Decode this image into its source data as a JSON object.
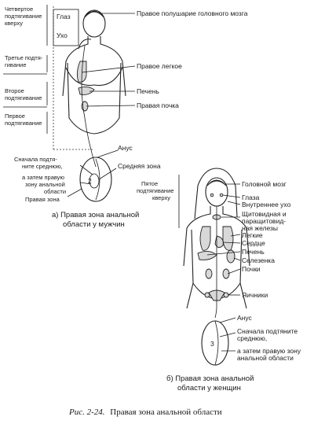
{
  "male": {
    "left_labels": {
      "fourth": [
        "Четвертое",
        "подтягивание",
        "кверху"
      ],
      "third": [
        "Третье подтя-",
        "гивание"
      ],
      "second": [
        "Второе",
        "подтягивание"
      ],
      "first": [
        "Первое",
        "подтягивание"
      ]
    },
    "inner": {
      "eye": "Глаз",
      "ear": "Ухо"
    },
    "right_labels": {
      "brain": "Правое полушарие головного мозга",
      "lung": "Правое легкое",
      "liver": "Печень",
      "kidney": "Правая почка",
      "anus": "Анус",
      "middle_zone": "Средняя зона"
    },
    "anal_left": {
      "first": [
        "Сначала подтя-",
        "ните среднюю,"
      ],
      "then": [
        "а затем правую",
        "зону анальной",
        "области"
      ],
      "right_zone": "Правая зона"
    },
    "zone_number": "2",
    "caption": [
      "а) Правая зона анальной",
      "области у мужчин"
    ]
  },
  "female": {
    "left_label": [
      "Пятое",
      "подтягивание",
      "кверху"
    ],
    "right_labels": {
      "brain": "Головной мозг",
      "eyes": "Глаза",
      "inner_ear": "Внутреннее ухо",
      "thyroid": [
        "Щитовидная и",
        "паращитовид-",
        "ная железы"
      ],
      "lungs": "Легкие",
      "heart": "Сердце",
      "liver": "Печень",
      "spleen": "Селезенка",
      "kidneys": "Почки",
      "ovaries": "Яичники",
      "anus": "Анус"
    },
    "anal_right": {
      "first": [
        "Сначала подтяните",
        "среднюю,"
      ],
      "then": [
        "а затем правую зону",
        "анальной области"
      ]
    },
    "zone_number": "3",
    "caption": [
      "б) Правая зона анальной",
      "области у женщин"
    ]
  },
  "figure_caption": {
    "prefix": "Рис. 2-24.",
    "text": "Правая зона анальной области"
  }
}
